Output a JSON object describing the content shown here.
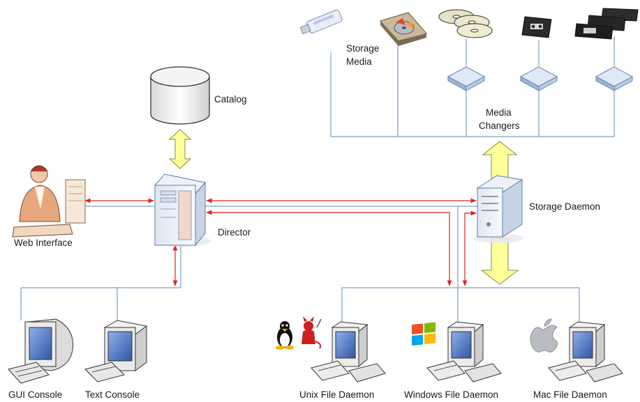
{
  "labels": {
    "storage_media": "Storage Media",
    "catalog": "Catalog",
    "media_changers": "Media Changers",
    "web_interface": "Web Interface",
    "director": "Director",
    "storage_daemon": "Storage Daemon",
    "gui_console": "GUI Console",
    "text_console": "Text Console",
    "unix_fd": "Unix File Daemon",
    "windows_fd": "Windows File Daemon",
    "mac_fd": "Mac File Daemon"
  },
  "colors": {
    "connector_line": "#7c9fc4",
    "control_arrow": "#e02020",
    "data_arrow_fill": "#ffff99",
    "data_arrow_stroke": "#8a8a40",
    "monitor_screen": "#5b7fc6",
    "device_outline": "#6a6a6a"
  },
  "icons": {
    "usb_stick": "usb-drive-icon",
    "hard_disk": "hard-disk-icon",
    "optical_discs": "optical-discs-icon",
    "tape_cartridge": "tape-cartridge-icon",
    "tape_cartridges": "tape-cartridges-icon",
    "database": "database-cylinder-icon",
    "server_tower": "server-tower-icon",
    "person_at_computer": "person-at-computer-icon",
    "crt_monitor": "crt-monitor-icon",
    "desktop_computer": "desktop-computer-icon",
    "linux_tux": "linux-tux-icon",
    "bsd_daemon": "bsd-daemon-icon",
    "windows_logo": "windows-logo-icon",
    "apple_logo": "apple-logo-icon",
    "media_changer": "media-changer-icon"
  }
}
